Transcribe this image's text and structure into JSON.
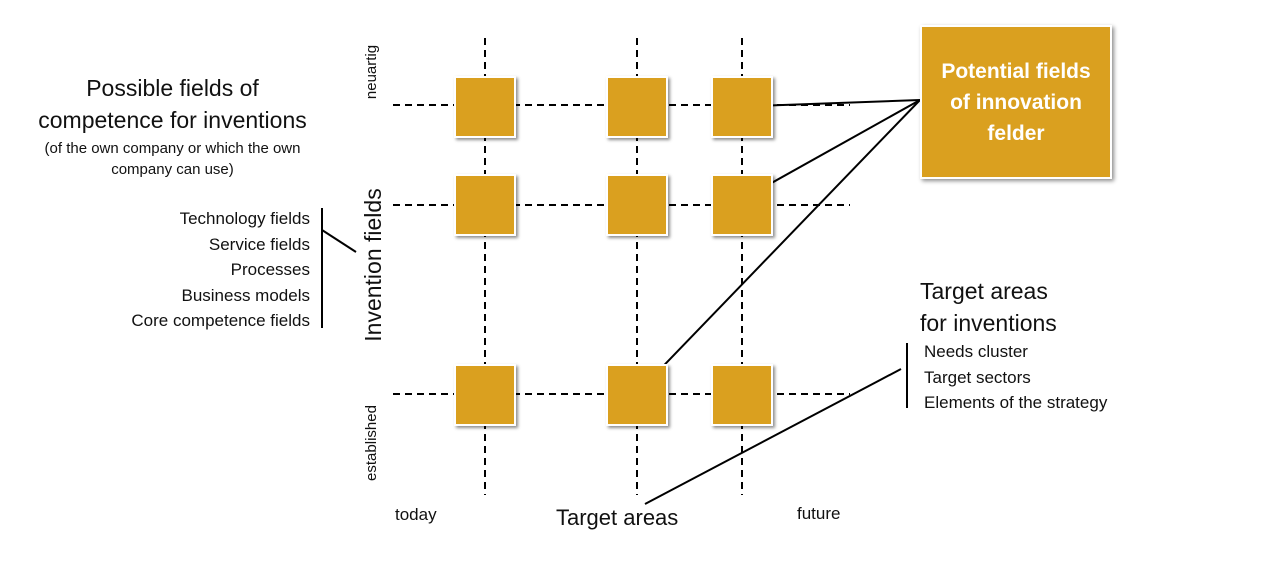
{
  "left": {
    "title_lines": [
      "Possible fields of",
      "competence for inventions"
    ],
    "subtitle_lines": [
      "(of the own company or which the own",
      "company can use)"
    ],
    "competence_items": [
      "Technology fields",
      "Service fields",
      "Processes",
      "Business models",
      "Core competence fields"
    ]
  },
  "y_axis": {
    "title": "Invention fields",
    "top_label": "neuartig",
    "bottom_label": "established"
  },
  "x_axis": {
    "title": "Target areas",
    "left_label": "today",
    "right_label": "future"
  },
  "potential_box": {
    "lines": [
      "Potential fields",
      "of innovation",
      "felder"
    ]
  },
  "target": {
    "title_lines": [
      "Target areas",
      "for inventions"
    ],
    "items": [
      "Needs cluster",
      "Target sectors",
      "Elements of the strategy"
    ]
  },
  "colors": {
    "gold": "#DAA01F",
    "text": "#111111",
    "line": "#000000"
  }
}
